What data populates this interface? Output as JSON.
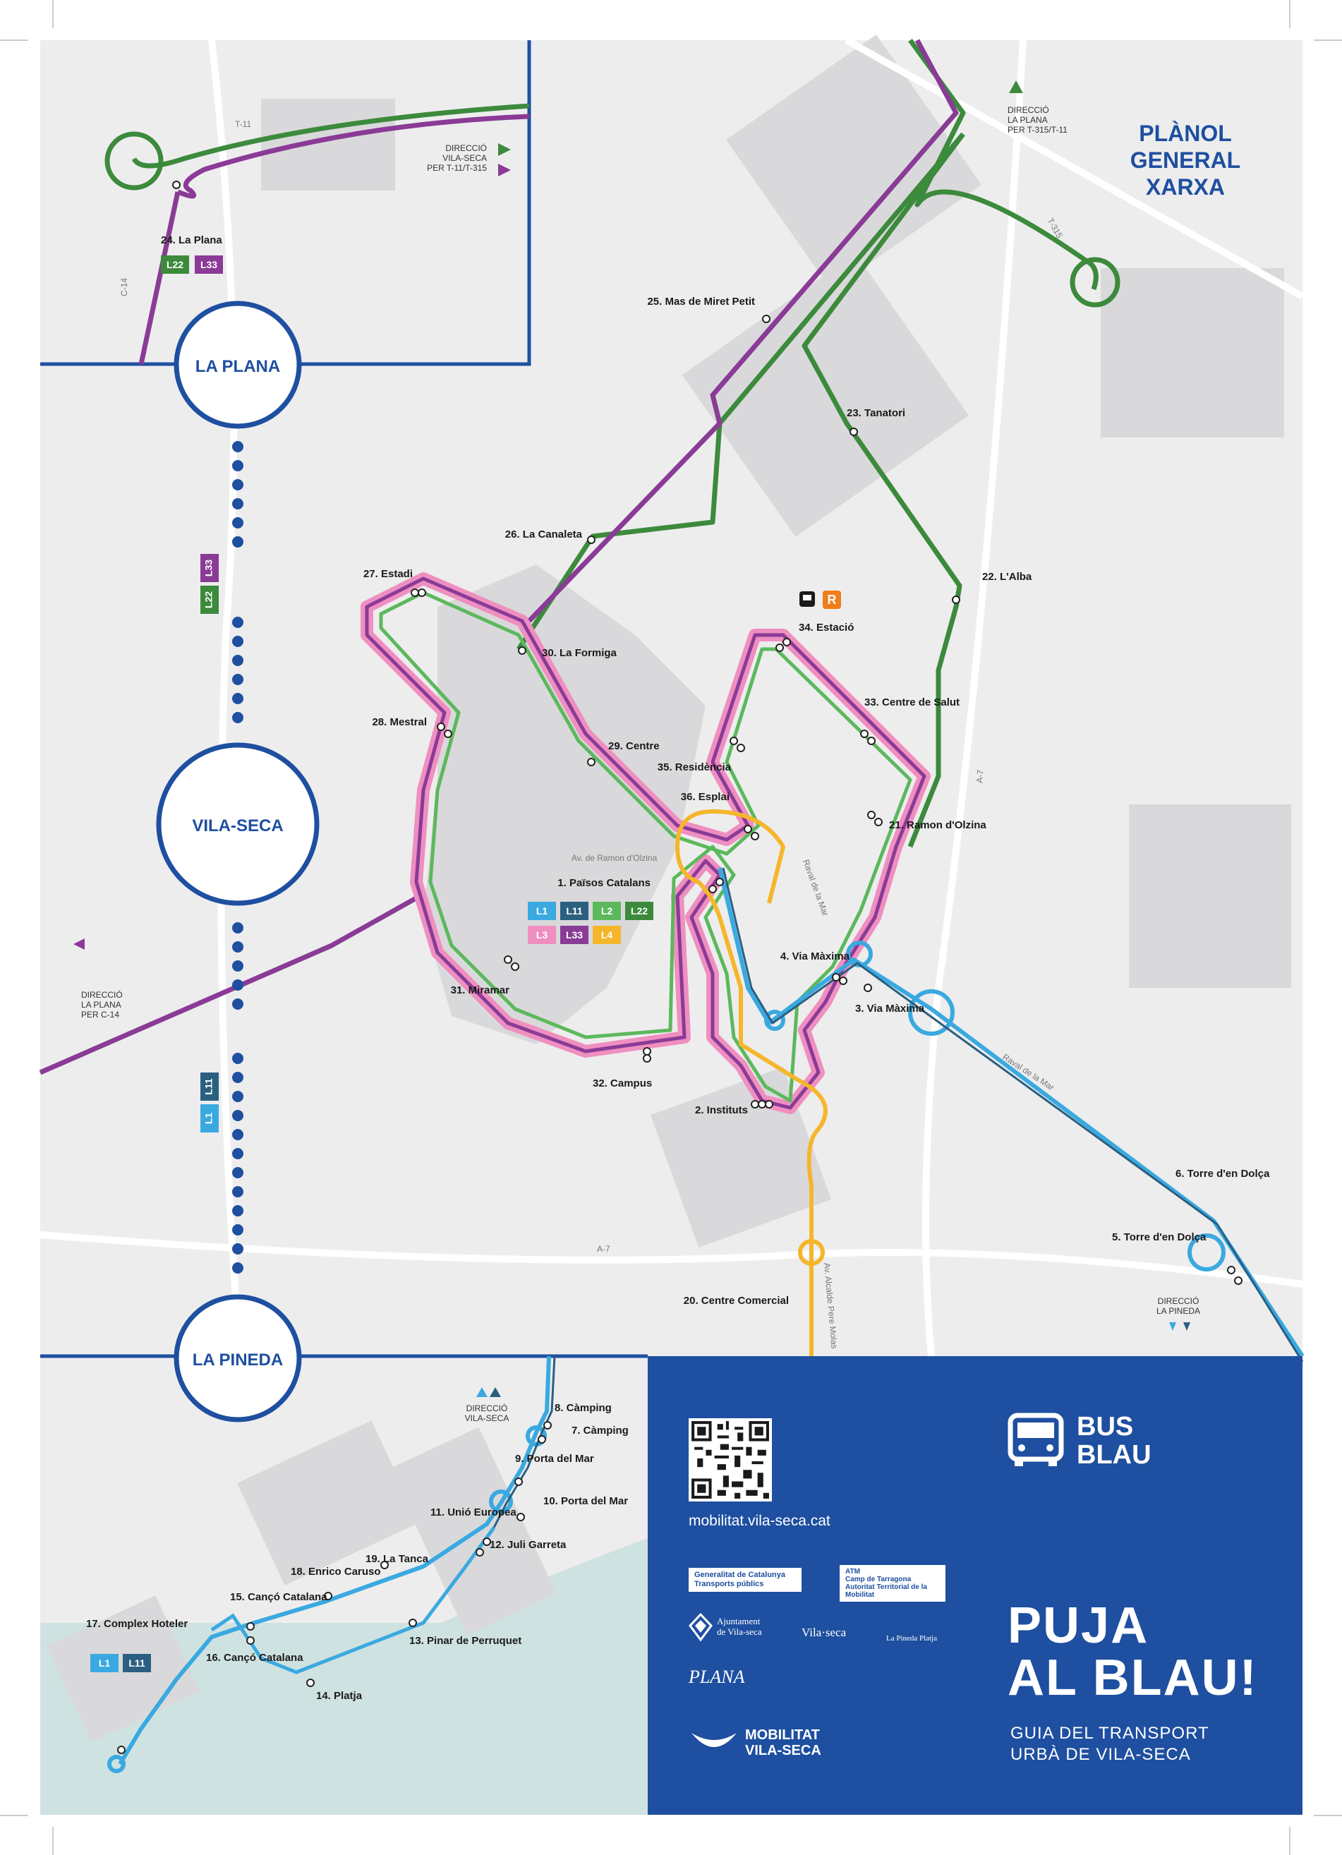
{
  "map": {
    "title_lines": [
      "PLÀNOL",
      "GENERAL",
      "XARXA"
    ],
    "districts": {
      "la_plana": "LA PLANA",
      "vila_seca": "VILA-SECA",
      "la_pineda": "LA PINEDA"
    },
    "colors": {
      "L1": "#3aa9e0",
      "L11": "#2b5f80",
      "L2": "#5cb85c",
      "L22": "#3c8a3c",
      "L3": "#ef8fc0",
      "L33": "#8a3b96",
      "L4": "#f5b62b",
      "blue": "#1e4fa0"
    },
    "badges": {
      "L1": "L1",
      "L11": "L11",
      "L2": "L2",
      "L22": "L22",
      "L3": "L3",
      "L33": "L33",
      "L4": "L4"
    },
    "directions": {
      "vila_seca_t11": [
        "DIRECCIÓ",
        "VILA-SECA",
        "PER T-11/T-315"
      ],
      "la_plana_t315": [
        "DIRECCIÓ",
        "LA PLANA",
        "PER T-315/T-11"
      ],
      "la_plana_c14": [
        "DIRECCIÓ",
        "LA PLANA",
        "PER C-14"
      ],
      "la_pineda": [
        "DIRECCIÓ",
        "LA PINEDA"
      ],
      "vila_seca_bottom": [
        "DIRECCIÓ",
        "VILA-SECA"
      ]
    },
    "roads": {
      "t11": "T-11",
      "c14": "C-14",
      "t315": "T-315",
      "a7": "A-7",
      "a7b": "A-7",
      "ramon_olzina": "Av. de Ramon d'Olzina",
      "raval_mar": "Raval de la Mar",
      "raval_mar2": "Raval de la Mar",
      "alcalde": "Av. Alcalde Pere Molas"
    },
    "stops": {
      "s1": "1. Països Catalans",
      "s2": "2. Instituts",
      "s3": "3. Via Màxima",
      "s4": "4. Via Màxima",
      "s5": "5. Torre d'en Dolça",
      "s6": "6. Torre d'en Dolça",
      "s7": "7. Càmping",
      "s8": "8. Càmping",
      "s9": "9. Porta del Mar",
      "s10": "10. Porta del Mar",
      "s11": "11. Unió Europea",
      "s12": "12. Juli Garreta",
      "s13": "13. Pinar de Perruquet",
      "s14": "14. Platja",
      "s15": "15. Cançó Catalana",
      "s16": "16. Cançó Catalana",
      "s17": "17. Complex Hoteler",
      "s18": "18. Enrico Caruso",
      "s19": "19. La Tanca",
      "s20": "20. Centre Comercial",
      "s21": "21. Ramon d'Olzina",
      "s22": "22. L'Alba",
      "s23": "23. Tanatori",
      "s24": "24. La Plana",
      "s25": "25. Mas de Miret Petit",
      "s26": "26. La Canaleta",
      "s27": "27. Estadi",
      "s28": "28. Mestral",
      "s29": "29. Centre",
      "s30": "30. La Formiga",
      "s31": "31. Miramar",
      "s32": "32. Campus",
      "s33": "33. Centre de Salut",
      "s34": "34. Estació",
      "s35": "35. Residència",
      "s36": "36. Esplai"
    },
    "rail_icon": "R"
  },
  "panel": {
    "bus_title": [
      "BUS",
      "BLAU"
    ],
    "url": "mobilitat.vila-seca.cat",
    "gencat": [
      "Generalitat de Catalunya",
      "Transports públics"
    ],
    "atm": [
      "ATM",
      "Camp de Tarragona",
      "Autoritat Territorial de la Mobilitat"
    ],
    "ajuntament": [
      "Ajuntament",
      "de Vila-seca"
    ],
    "vilaseca_logo": "Vila·seca",
    "pineda_logo": "La Pineda Platja",
    "plana_logo": "PLANA",
    "mobilitat": [
      "MOBILITAT",
      "VILA-SECA"
    ],
    "slogan": [
      "PUJA",
      "AL BLAU!"
    ],
    "guide": [
      "GUIA DEL TRANSPORT",
      "URBÀ DE VILA-SECA"
    ]
  }
}
